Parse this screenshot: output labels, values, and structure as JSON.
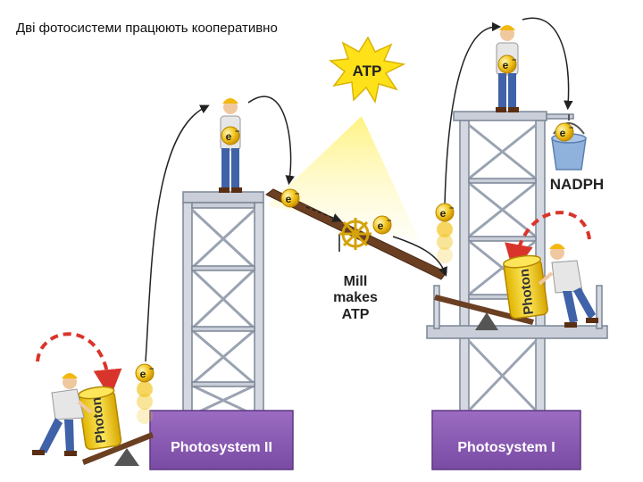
{
  "title": "Дві фотосистеми працюють кооперативно",
  "labels": {
    "ps2": "Photosystem II",
    "ps1": "Photosystem I",
    "atp_burst": "ATP",
    "mill_line1": "Mill",
    "mill_line2": "makes",
    "mill_line3": "ATP",
    "nadph": "NADPH",
    "photon": "Photon",
    "electron": "e",
    "electron_sup": "−"
  },
  "colors": {
    "tower": "#c9ced8",
    "tower_edge": "#7c8595",
    "photosystem_box": "#8e5cb5",
    "electron": "#f2c51c",
    "photon": "#f5d21f",
    "arrow_red": "#d9342b",
    "plank": "#6b3f22",
    "atp_burst": "#ffe11a",
    "bucket": "#8fb2dd"
  },
  "icons": [
    "worker-icon",
    "electron-icon",
    "photon-canister-icon",
    "mill-wheel-icon",
    "bucket-icon",
    "atp-burst-icon"
  ]
}
